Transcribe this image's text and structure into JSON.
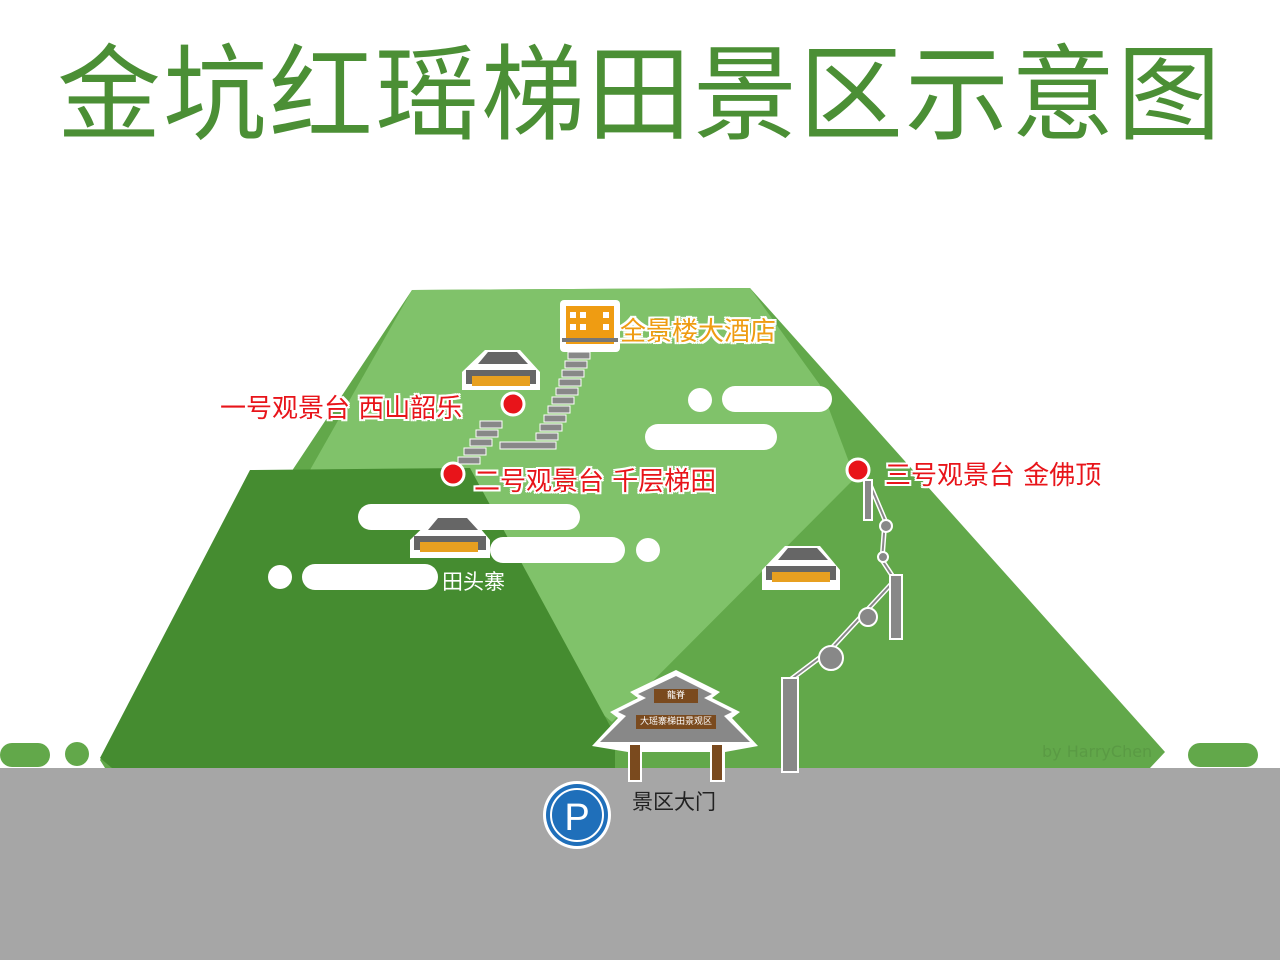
{
  "title": "金坑红瑶梯田景区示意图",
  "labels": {
    "hotel": "全景楼大酒店",
    "viewpoint1": "一号观景台  西山韶乐",
    "viewpoint2": "二号观景台  千层梯田",
    "viewpoint3": "三号观景台  金佛顶",
    "village": "田头寨",
    "gate": "景区大门",
    "gate_sign_top": "龍脊",
    "gate_sign_main": "大瑶寨梯田景观区",
    "parking": "P",
    "credit": "by HarryChen"
  },
  "colors": {
    "title": "#4b8f35",
    "mountain_light": "#80c26a",
    "mountain_mid": "#62a84a",
    "mountain_dark": "#458c30",
    "road": "#a6a6a6",
    "viewpoint": "#e8141a",
    "hotel": "#ef9c12"
  }
}
